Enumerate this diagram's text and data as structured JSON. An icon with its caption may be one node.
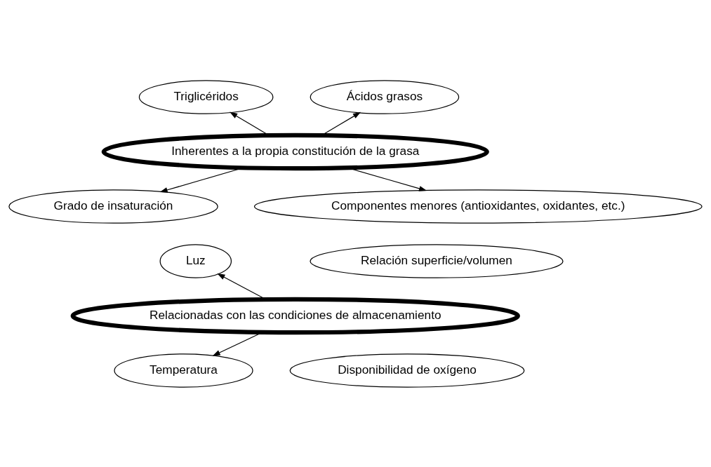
{
  "diagram": {
    "nodes": [
      {
        "text": [
          "Triglicéridos"
        ]
      },
      {
        "text": [
          "Ácidos grasos"
        ]
      },
      {
        "text": [
          "Inherentes a la propia constitución de la grasa"
        ]
      },
      {
        "text": [
          "Grado de insaturación"
        ]
      },
      {
        "text": [
          "Componentes menores (antioxidantes, oxidantes, etc.)"
        ]
      },
      {
        "text": [
          "Luz"
        ]
      },
      {
        "text": [
          "Relación superficie/volumen"
        ]
      },
      {
        "text": [
          "Relacionadas con las condiciones de almacenamiento"
        ]
      },
      {
        "text": [
          "Temperatura"
        ]
      },
      {
        "text": [
          "Disponibilidad de oxígeno"
        ]
      }
    ],
    "edges": [
      {
        "from": 2,
        "to": 0,
        "arrow": "to"
      },
      {
        "from": 2,
        "to": 1,
        "arrow": "to"
      },
      {
        "from": 2,
        "to": 3,
        "arrow": "to"
      },
      {
        "from": 2,
        "to": 4,
        "arrow": "to"
      },
      {
        "from": 7,
        "to": 5,
        "arrow": "to"
      },
      {
        "from": 7,
        "to": 8,
        "arrow": "to"
      }
    ]
  }
}
